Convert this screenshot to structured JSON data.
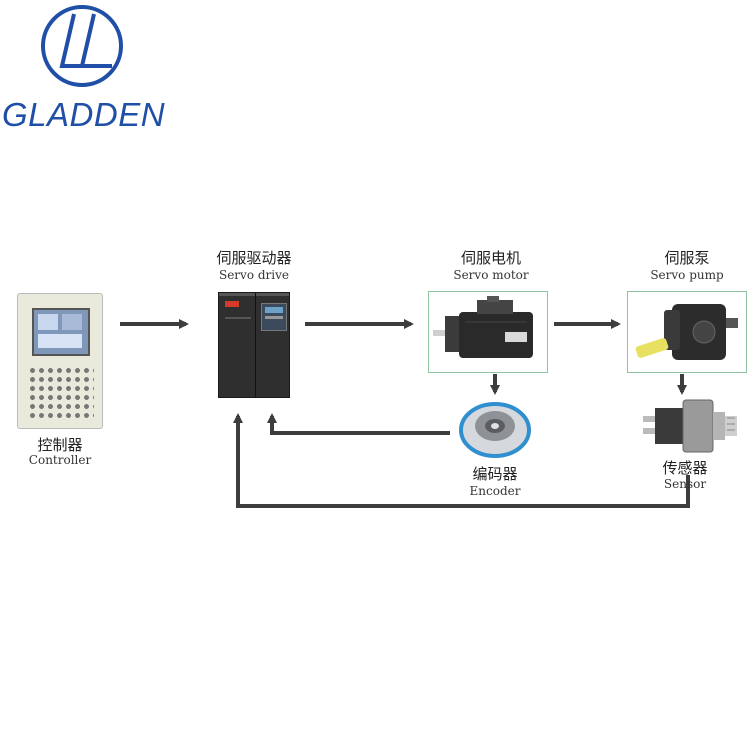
{
  "brand": {
    "name": "GLADDEN",
    "color": "#1f4fa6"
  },
  "nodes": {
    "controller": {
      "cn": "控制器",
      "en": "Controller"
    },
    "servo_drive": {
      "cn": "伺服驱动器",
      "en": "Servo drive"
    },
    "servo_motor": {
      "cn": "伺服电机",
      "en": "Servo motor"
    },
    "servo_pump": {
      "cn": "伺服泵",
      "en": "Servo pump"
    },
    "encoder": {
      "cn": "编码器",
      "en": "Encoder"
    },
    "sensor": {
      "cn": "传感器",
      "en": "Sensor"
    }
  },
  "colors": {
    "arrow": "#3d3d3d",
    "frame": "#8fc3a3",
    "pump_shaft": "#e8e060"
  }
}
